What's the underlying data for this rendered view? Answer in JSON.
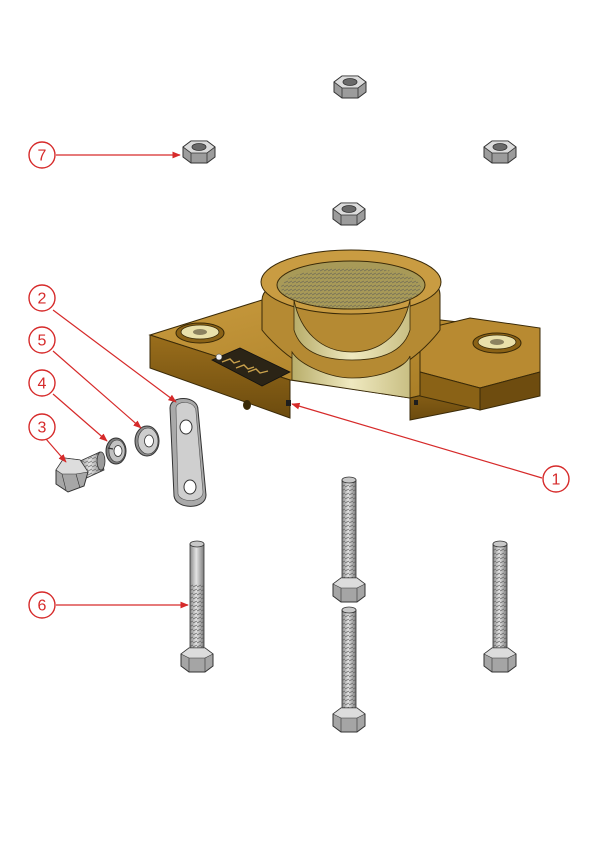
{
  "colors": {
    "callout": "#d62a2a",
    "body_bronze": "#b0832a",
    "body_bronze_dark": "#7a5512",
    "body_bronze_light": "#d2a24a",
    "bore_cream": "#e8e2b4",
    "steel": "#bfbfbf",
    "steel_dark": "#6e6e6e",
    "steel_light": "#e6e6e6",
    "nameplate": "#2b2416"
  },
  "callouts": [
    {
      "id": "1",
      "label": "1",
      "target": "clamp-body"
    },
    {
      "id": "2",
      "label": "2",
      "target": "link-plate"
    },
    {
      "id": "3",
      "label": "3",
      "target": "hex-bolt-short"
    },
    {
      "id": "4",
      "label": "4",
      "target": "lock-washer"
    },
    {
      "id": "5",
      "label": "5",
      "target": "flat-washer"
    },
    {
      "id": "6",
      "label": "6",
      "target": "stud-bolt"
    },
    {
      "id": "7",
      "label": "7",
      "target": "hex-nut"
    }
  ],
  "icons": {
    "hex_nut": "hex-nut-icon",
    "stud": "threaded-stud-icon",
    "bolt": "hex-bolt-icon",
    "washer": "washer-icon",
    "plate": "link-plate-icon",
    "body": "clamp-body-icon"
  }
}
